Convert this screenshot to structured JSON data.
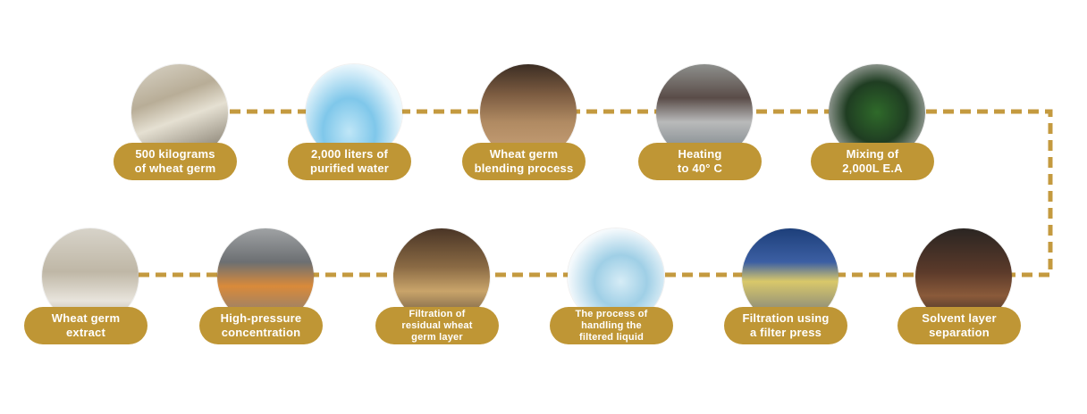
{
  "colors": {
    "accent": "#bf9635",
    "connector": "#c49a3f",
    "label_text": "#ffffff"
  },
  "steps": [
    {
      "label": "500 kilograms\nof wheat germ",
      "photo": "wheat-germ-sacks-photo"
    },
    {
      "label": "2,000 liters of\npurified water",
      "photo": "water-splash-photo"
    },
    {
      "label": "Wheat germ\nblending process",
      "photo": "blending-tank-photo"
    },
    {
      "label": "Heating\nto 40° C",
      "photo": "heating-panel-photo"
    },
    {
      "label": "Mixing of\n2,000L E.A",
      "photo": "mixing-tank-photo"
    },
    {
      "label": "Solvent layer\nseparation",
      "photo": "solvent-separation-photo"
    },
    {
      "label": "Filtration using\na filter press",
      "photo": "filter-press-photo"
    },
    {
      "label": "The process of\nhandling the\nfiltered liquid",
      "photo": "liquid-splash-photo"
    },
    {
      "label": "Filtration of\nresidual wheat\ngerm layer",
      "photo": "residual-filtration-photo"
    },
    {
      "label": "High-pressure\nconcentration",
      "photo": "concentration-equipment-photo"
    },
    {
      "label": "Wheat germ\nextract",
      "photo": "extract-container-photo"
    }
  ]
}
